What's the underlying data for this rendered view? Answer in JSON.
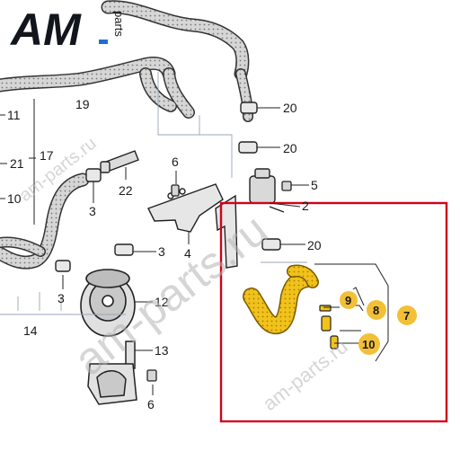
{
  "logo": {
    "main": "AM",
    "suffix": "parts",
    "main_color": "#12161c",
    "accent_color": "#1f6fd1"
  },
  "watermarks": [
    "am-parts.ru",
    "am-parts.ru",
    "am-parts.ru"
  ],
  "part_labels": {
    "p2": "2",
    "p3a": "3",
    "p3b": "3",
    "p3c": "3",
    "p4": "4",
    "p5": "5",
    "p6a": "6",
    "p6b": "6",
    "p7": "7",
    "p8": "8",
    "p9": "9",
    "p10": "10",
    "p10b": "10",
    "p11": "11",
    "p12": "12",
    "p13": "13",
    "p14": "14",
    "p17": "17",
    "p19": "19",
    "p20a": "20",
    "p20b": "20",
    "p20c": "20",
    "p21": "21",
    "p22": "22"
  },
  "colors": {
    "highlight_box": "#d0021b",
    "highlight_part": "#f0c010",
    "callout_fill": "#f2c037"
  }
}
